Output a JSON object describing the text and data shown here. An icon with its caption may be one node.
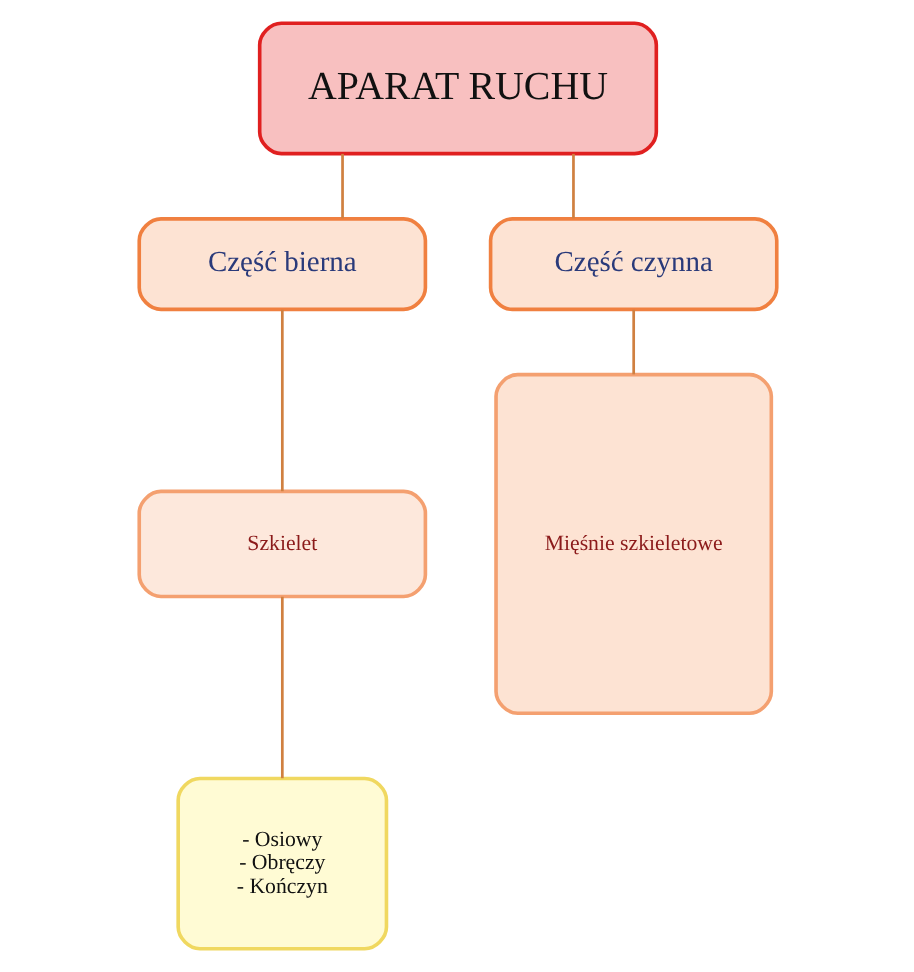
{
  "diagram": {
    "nodes": [
      {
        "text": [
          "APARAT RUCHU"
        ]
      },
      {
        "text": [
          "Część bierna"
        ]
      },
      {
        "text": [
          "Część czynna"
        ]
      },
      {
        "text": [
          "Szkielet"
        ]
      },
      {
        "text": [
          "- Osiowy",
          "- Obręczy",
          "- Kończyn"
        ]
      },
      {
        "text": [
          "Mięśnie szkieletowe"
        ]
      }
    ],
    "edges": [
      {
        "from": 0,
        "to": 1,
        "arrow": "none"
      },
      {
        "from": 0,
        "to": 2,
        "arrow": "none"
      },
      {
        "from": 1,
        "to": 3,
        "arrow": "none"
      },
      {
        "from": 2,
        "to": 5,
        "arrow": "none"
      },
      {
        "from": 3,
        "to": 4,
        "arrow": "none"
      }
    ]
  }
}
